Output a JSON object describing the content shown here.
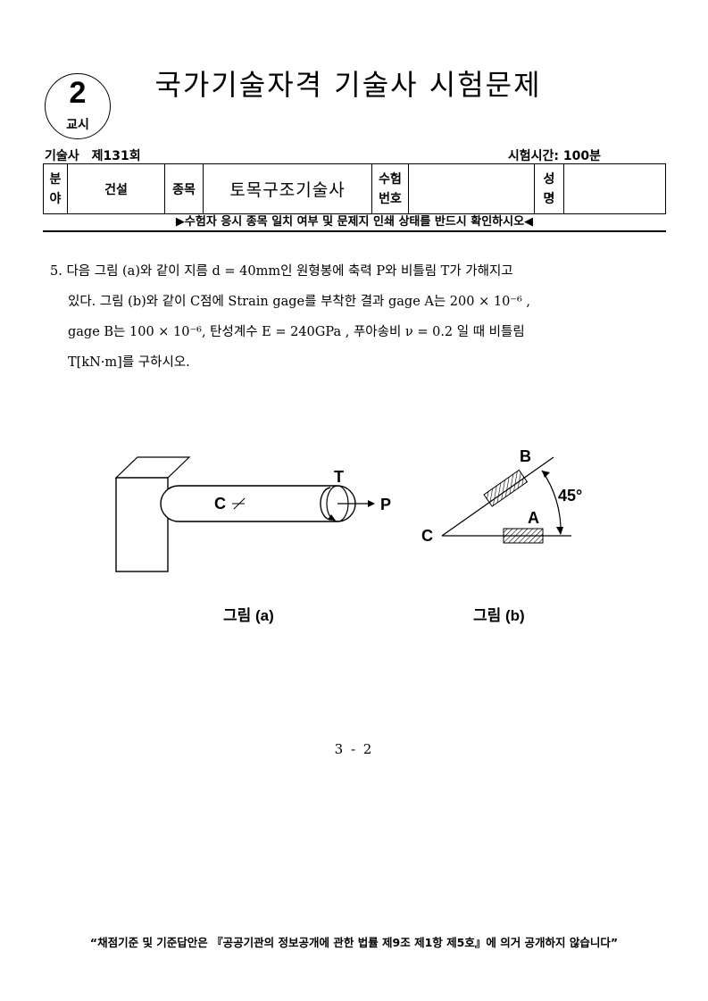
{
  "header": {
    "session_number": "2",
    "session_label": "교시",
    "title": "국가기술자격 기술사 시험문제"
  },
  "exam_info": {
    "category": "기술사",
    "round": "제131회",
    "time_label": "시험시간: 100분"
  },
  "table": {
    "field_label_1": "분",
    "field_label_2": "야",
    "field_value": "건설",
    "type_label": "종목",
    "type_value": "토목구조기술사",
    "exam_no_label_1": "수험",
    "exam_no_label_2": "번호",
    "exam_no_value": "",
    "name_label_1": "성",
    "name_label_2": "명",
    "name_value": ""
  },
  "notice": "▶수험자 응시 종목 일치 여부 및 문제지 인쇄 상태를 반드시 확인하시오◀",
  "question": {
    "line1": "5. 다음 그림 (a)와 같이 지름 d = 40mm인 원형봉에 축력 P와 비틀림 T가 가해지고",
    "line2": "있다. 그림 (b)와 같이 C점에 Strain gage를 부착한 결과 gage A는 200 × 10⁻⁶ ,",
    "line3": "gage B는 100 × 10⁻⁶, 탄성계수 E = 240GPa , 푸아송비 ν = 0.2 일 때 비틀림",
    "line4": "T[kN·m]를 구하시오."
  },
  "figure": {
    "label_c_a": "C",
    "label_t": "T",
    "label_p": "P",
    "label_b": "B",
    "label_a": "A",
    "label_c_b": "C",
    "label_angle": "45°",
    "caption_a": "그림 (a)",
    "caption_b": "그림 (b)"
  },
  "page_number": "3 - 2",
  "footer": "“채점기준 및 기준답안은 『공공기관의 정보공개에 관한 법률 제9조 제1항 제5호』에 의거 공개하지 않습니다”"
}
